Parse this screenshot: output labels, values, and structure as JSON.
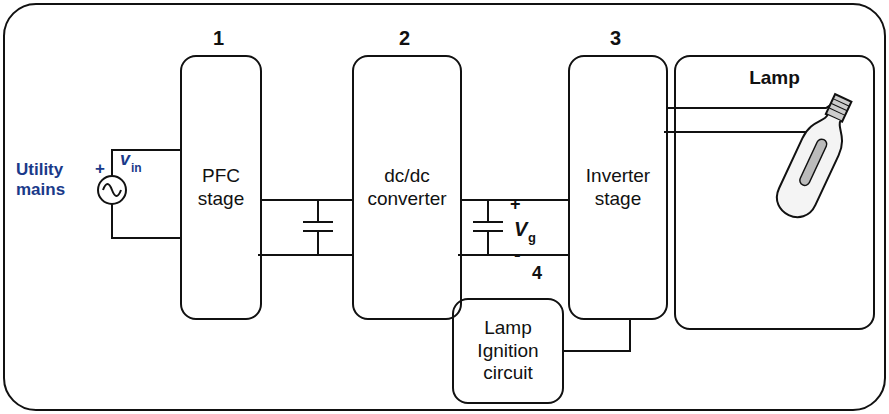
{
  "diagram": {
    "nodes": [
      {
        "text": [
          "PFC stage"
        ]
      },
      {
        "text": [
          "dc/dc converter"
        ]
      },
      {
        "text": [
          "Inverter stage"
        ]
      },
      {
        "text": [
          "Lamp Ignition circuit"
        ]
      },
      {
        "text": [
          "Lamp"
        ]
      }
    ],
    "edges": [
      {
        "from": 0,
        "to": 1,
        "arrow": "none"
      },
      {
        "from": 1,
        "to": 2,
        "arrow": "none"
      },
      {
        "from": 2,
        "to": 3,
        "arrow": "none"
      },
      {
        "from": 2,
        "to": 4,
        "arrow": "none"
      }
    ],
    "labels": [
      "Utility mains",
      "+",
      "v",
      "in",
      "1",
      "2",
      "3",
      "+",
      "V",
      "g",
      "-",
      "4"
    ]
  }
}
